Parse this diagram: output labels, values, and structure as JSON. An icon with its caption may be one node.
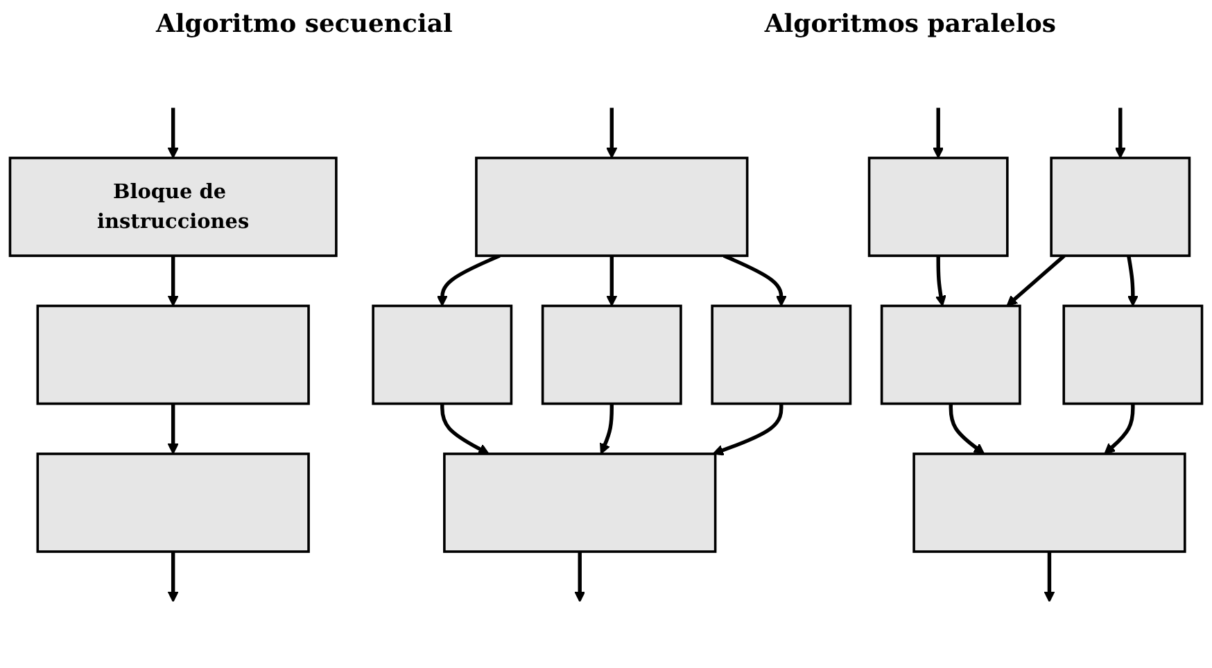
{
  "diagram": {
    "nodes": [
      {
        "text": [
          "Bloque de instrucciones"
        ]
      },
      {
        "text": [],
        "shape": "box"
      },
      {
        "text": [],
        "shape": "box"
      },
      {
        "text": [],
        "shape": "box"
      },
      {
        "text": [],
        "shape": "box"
      },
      {
        "text": [],
        "shape": "box"
      },
      {
        "text": [],
        "shape": "box"
      },
      {
        "text": [],
        "shape": "box"
      },
      {
        "text": [],
        "shape": "box"
      },
      {
        "text": [],
        "shape": "box"
      },
      {
        "text": [],
        "shape": "box"
      },
      {
        "text": [],
        "shape": "box"
      },
      {
        "text": [],
        "shape": "box"
      }
    ],
    "edges": [
      {
        "from": null,
        "to": 0,
        "arrow": "to"
      },
      {
        "from": 0,
        "to": 1,
        "arrow": "to"
      },
      {
        "from": 1,
        "to": 2,
        "arrow": "to"
      },
      {
        "from": 2,
        "to": null,
        "arrow": "to"
      },
      {
        "from": null,
        "to": 3,
        "arrow": "to"
      },
      {
        "from": 3,
        "to": 4,
        "arrow": "to"
      },
      {
        "from": 3,
        "to": 5,
        "arrow": "to"
      },
      {
        "from": 3,
        "to": 6,
        "arrow": "to"
      },
      {
        "from": 4,
        "to": 7,
        "arrow": "to"
      },
      {
        "from": 5,
        "to": 7,
        "arrow": "to"
      },
      {
        "from": 6,
        "to": 7,
        "arrow": "to"
      },
      {
        "from": 7,
        "to": null,
        "arrow": "to"
      },
      {
        "from": null,
        "to": 8,
        "arrow": "to"
      },
      {
        "from": null,
        "to": 9,
        "arrow": "to"
      },
      {
        "from": 8,
        "to": 10,
        "arrow": "to"
      },
      {
        "from": 9,
        "to": 10,
        "arrow": "to"
      },
      {
        "from": 9,
        "to": 11,
        "arrow": "to"
      },
      {
        "from": 10,
        "to": 12,
        "arrow": "to"
      },
      {
        "from": 11,
        "to": 12,
        "arrow": "to"
      },
      {
        "from": 12,
        "to": null,
        "arrow": "to"
      }
    ],
    "labels": [
      "Algoritmo secuencial",
      "Algoritmos paralelos"
    ]
  }
}
